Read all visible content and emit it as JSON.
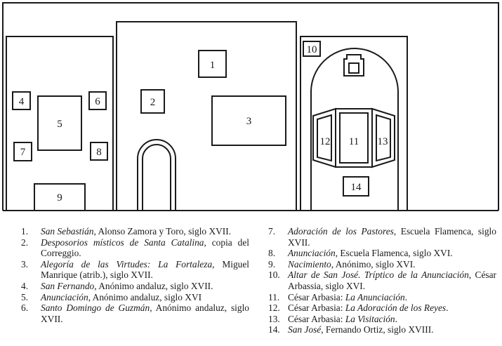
{
  "panels": [
    {
      "id": "1",
      "label": "1"
    },
    {
      "id": "2",
      "label": "2"
    },
    {
      "id": "3",
      "label": "3"
    },
    {
      "id": "4",
      "label": "4"
    },
    {
      "id": "5",
      "label": "5"
    },
    {
      "id": "6",
      "label": "6"
    },
    {
      "id": "7",
      "label": "7"
    },
    {
      "id": "8",
      "label": "8"
    },
    {
      "id": "9",
      "label": "9"
    },
    {
      "id": "10",
      "label": "10"
    },
    {
      "id": "11",
      "label": "11"
    },
    {
      "id": "12",
      "label": "12"
    },
    {
      "id": "13",
      "label": "13"
    },
    {
      "id": "14",
      "label": "14"
    }
  ],
  "legend": [
    {
      "num": "1.",
      "title": "San Sebastián",
      "rest": ", Alonso Zamora y Toro, siglo XVII."
    },
    {
      "num": "2.",
      "title": "Desposorios místicos de Santa Catalina",
      "rest": ", copia del Correggio."
    },
    {
      "num": "3.",
      "title": "Alegoría de las Virtudes: La Fortaleza",
      "rest": ", Miguel Manrique (atrib.), siglo XVII."
    },
    {
      "num": "4.",
      "title": "San Fernando",
      "rest": ", Anónimo andaluz, siglo XVII."
    },
    {
      "num": "5.",
      "title": "Anunciación",
      "rest": ", Anónimo andaluz, siglo XVI"
    },
    {
      "num": "6.",
      "title": "Santo Domingo de Guzmán",
      "rest": ", Anónimo andaluz, siglo XVII."
    },
    {
      "num": "7.",
      "title": "Adoración de los Pastores",
      "rest": ", Escuela Flamenca, siglo XVII."
    },
    {
      "num": "8.",
      "title": "Anunciación",
      "rest": ", Escuela Flamenca, siglo XVI."
    },
    {
      "num": "9.",
      "title": "Nacimiento",
      "rest": ", Anónimo, siglo XVI."
    },
    {
      "num": "10.",
      "title": "Altar de San José. Tríptico de la Anunciación",
      "rest": ", César Arbassia, siglo XVI."
    },
    {
      "num": "11.",
      "prefix": "César Arbasia: ",
      "title": "La Anunciación",
      "rest": "."
    },
    {
      "num": "12.",
      "prefix": "César Arbasia: ",
      "title": "La Adoración de los Reyes",
      "rest": "."
    },
    {
      "num": "13.",
      "prefix": "César Arbasia: ",
      "title": "La Visitación",
      "rest": "."
    },
    {
      "num": "14.",
      "title": "San José",
      "rest": ", Fernando Ortiz, siglo XVIII."
    }
  ]
}
